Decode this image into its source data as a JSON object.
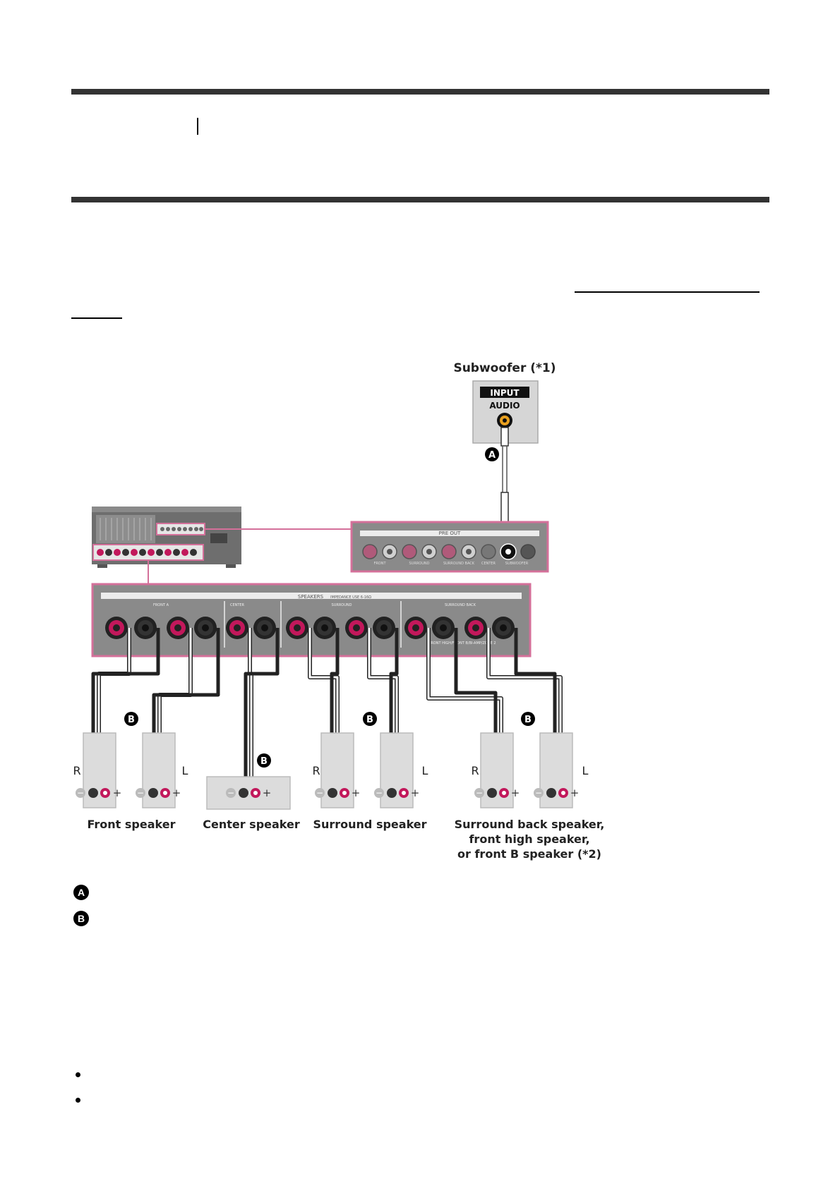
{
  "diagram": {
    "subwoofer_title": "Subwoofer (*1)",
    "input_label": "INPUT",
    "audio_label": "AUDIO",
    "preout_label": "PRE OUT",
    "preout_ports": [
      "FRONT",
      "SURROUND",
      "SURROUND BACK",
      "CENTER",
      "SUBWOOFER"
    ],
    "speakers_label": "SPEAKERS",
    "impedance_label": "IMPEDANCE USE 6-16Ω",
    "group_labels": [
      "FRONT A",
      "CENTER",
      "SURROUND",
      "SURROUND BACK"
    ],
    "front_high_label": "FRONT HIGH/FRONT B/BI-AMP/ZONE 2",
    "cable_a_letter": "A",
    "cable_b_letter": "B",
    "side_right": "R",
    "side_left": "L",
    "minus_sign": "−",
    "plus_sign": "+",
    "speakers": {
      "front": "Front speaker",
      "center": "Center speaker",
      "surround": "Surround speaker",
      "back_line1": "Surround back speaker,",
      "back_line2": "front high speaker,",
      "back_line3": "or front B speaker (*2)"
    }
  },
  "legend": [
    {
      "letter": "A"
    },
    {
      "letter": "B"
    }
  ],
  "colors": {
    "magenta": "#c2185b",
    "pink_outline": "#d4709a",
    "panel_gray": "#9e9e9e",
    "dark": "#333333"
  }
}
